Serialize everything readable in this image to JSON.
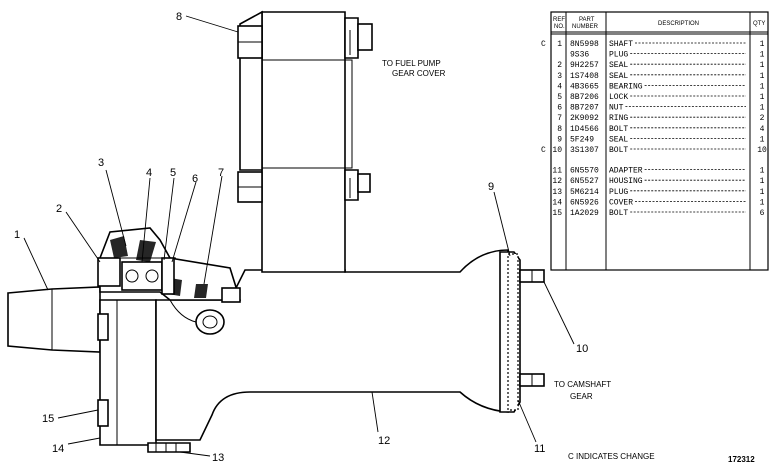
{
  "diagram": {
    "notes": {
      "to_fuel_pump": [
        "TO FUEL PUMP",
        "GEAR COVER"
      ],
      "to_camshaft": [
        "TO CAMSHAFT",
        "GEAR"
      ],
      "change": "C INDICATES CHANGE",
      "figure_number": "172312"
    },
    "callouts": [
      "1",
      "2",
      "3",
      "4",
      "5",
      "6",
      "7",
      "8",
      "9",
      "10",
      "11",
      "12",
      "13",
      "14",
      "15"
    ]
  },
  "parts_table": {
    "headers": {
      "ref": [
        "REF",
        "NO."
      ],
      "part": [
        "PART",
        "NUMBER"
      ],
      "desc": "DESCRIPTION",
      "qty": "QTY"
    },
    "rows": [
      {
        "mark": "C",
        "ref": "1",
        "part": "8N5998",
        "desc": "SHAFT",
        "qty": "1"
      },
      {
        "mark": "",
        "ref": "",
        "part": "9S36",
        "desc": "PLUG",
        "qty": "1"
      },
      {
        "mark": "",
        "ref": "2",
        "part": "9H2257",
        "desc": "SEAL",
        "qty": "1"
      },
      {
        "mark": "",
        "ref": "3",
        "part": "1S7408",
        "desc": "SEAL",
        "qty": "1"
      },
      {
        "mark": "",
        "ref": "4",
        "part": "4B3665",
        "desc": "BEARING",
        "qty": "1"
      },
      {
        "mark": "",
        "ref": "5",
        "part": "8B7206",
        "desc": "LOCK",
        "qty": "1"
      },
      {
        "mark": "",
        "ref": "6",
        "part": "8B7207",
        "desc": "NUT",
        "qty": "1"
      },
      {
        "mark": "",
        "ref": "7",
        "part": "2K9092",
        "desc": "RING",
        "qty": "2"
      },
      {
        "mark": "",
        "ref": "8",
        "part": "1D4566",
        "desc": "BOLT",
        "qty": "4"
      },
      {
        "mark": "",
        "ref": "9",
        "part": "5F249",
        "desc": "SEAL",
        "qty": "1"
      },
      {
        "mark": "C",
        "ref": "10",
        "part": "3S1307",
        "desc": "BOLT",
        "qty": "10"
      },
      {
        "mark": "",
        "ref": "11",
        "part": "6N5570",
        "desc": "ADAPTER",
        "qty": "1"
      },
      {
        "mark": "",
        "ref": "12",
        "part": "6N5527",
        "desc": "HOUSING",
        "qty": "1"
      },
      {
        "mark": "",
        "ref": "13",
        "part": "5M6214",
        "desc": "PLUG",
        "qty": "1"
      },
      {
        "mark": "",
        "ref": "14",
        "part": "6N5926",
        "desc": "COVER",
        "qty": "1"
      },
      {
        "mark": "",
        "ref": "15",
        "part": "1A2029",
        "desc": "BOLT",
        "qty": "6"
      }
    ]
  }
}
